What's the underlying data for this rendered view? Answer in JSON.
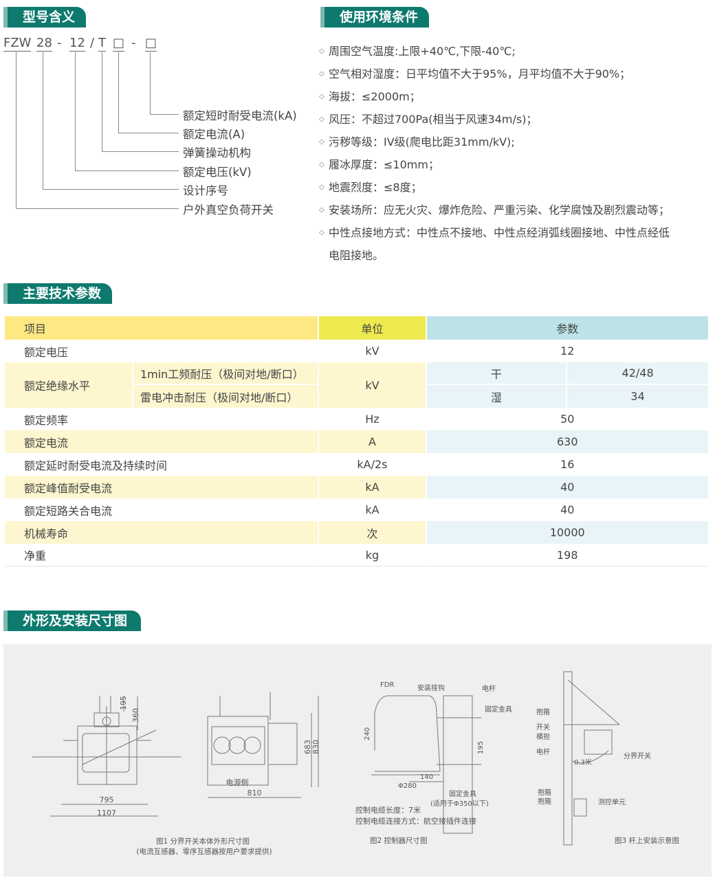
{
  "sections": {
    "model": "型号含义",
    "env": "使用环境条件",
    "tech": "主要技术参数",
    "dims": "外形及安装尺寸图"
  },
  "model_code": {
    "parts": [
      "FZW",
      "28",
      "-",
      "12",
      "/",
      "T",
      "□",
      "-",
      "□"
    ]
  },
  "model_legend": [
    "额定短时耐受电流(kA)",
    "额定电流(A)",
    "弹簧操动机构",
    "额定电压(kV)",
    "设计序号",
    "户外真空负荷开关"
  ],
  "env_conditions": [
    "周围空气温度:上限+40℃,下限-40℃;",
    "空气相对湿度：日平均值不大于95%，月平均值不大于90%；",
    "海拔：≤2000m；",
    "风压：不超过700Pa(相当于风速34m/s)；",
    "污秽等级：IV级(爬电比距31mm/kV);",
    "履冰厚度：≤10mm；",
    "地震烈度：≤8度；",
    "安装场所：应无火灾、爆炸危险、严重污染、化学腐蚀及剧烈震动等；",
    "中性点接地方式：中性点不接地、中性点经消弧线圈接地、中性点经低",
    "电阻接地。"
  ],
  "table": {
    "headers": [
      "项目",
      "单位",
      "参数"
    ],
    "rows": [
      {
        "item": "额定电压",
        "unit": "kV",
        "value": "12"
      },
      {
        "item": "额定绝缘水平",
        "sub": [
          "1min工频耐压（极间对地/断口）",
          "雷电冲击耐压（极间对地/断口）"
        ],
        "unit": "kV",
        "cond": [
          "干",
          "湿"
        ],
        "vals": [
          "42/48",
          "34"
        ]
      },
      {
        "item": "额定频率",
        "unit": "Hz",
        "value": "50"
      },
      {
        "item": "额定电流",
        "unit": "A",
        "value": "630"
      },
      {
        "item": "额定延时耐受电流及持续时间",
        "unit": "kA/2s",
        "value": "16"
      },
      {
        "item": "额定峰值耐受电流",
        "unit": "kA",
        "value": "40"
      },
      {
        "item": "额定短路关合电流",
        "unit": "kA",
        "value": "40"
      },
      {
        "item": "机械寿命",
        "unit": "次",
        "value": "10000"
      },
      {
        "item": "净重",
        "unit": "kg",
        "value": "198"
      }
    ]
  },
  "fig1": {
    "dims": [
      "195",
      "360",
      "795",
      "1107",
      "683",
      "830",
      "810"
    ],
    "label_power": "电源侧",
    "caption": "图1 分界开关本体外形尺寸图",
    "note": "(电流互感器、零序互感器按用户要求提供)"
  },
  "fig2": {
    "labels": [
      "FDR",
      "安装挂钩",
      "电杆",
      "固定金具",
      "240",
      "195",
      "140",
      "Φ280",
      "固定金具",
      "(适用于Φ350以下)"
    ],
    "cable_len": "控制电缆长度：7米",
    "cable_conn": "控制电缆连接方式：航空接插件连接",
    "caption": "图2 控制器尺寸图"
  },
  "fig3": {
    "labels": [
      "抱箍",
      "开关",
      "横担",
      "电杆",
      "0.3米",
      "分界开关",
      "抱箍",
      "抱箍",
      "测控单元"
    ],
    "caption": "图3 杆上安装示意图"
  }
}
